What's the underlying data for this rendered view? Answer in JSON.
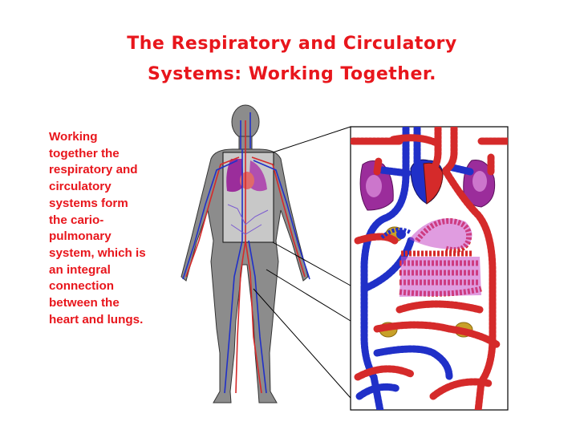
{
  "title": {
    "line1": "The Respiratory and Circulatory",
    "line2": "Systems: Working Together."
  },
  "description": {
    "lines": [
      "Working",
      "together the",
      "respiratory and",
      "circulatory",
      "systems form",
      "the cario-",
      "pulmonary",
      "system, which is",
      "an integral",
      "connection",
      "between the",
      "heart and lungs."
    ]
  },
  "colors": {
    "title": "#e8161c",
    "vein": "#2030c8",
    "artery": "#d52a2a",
    "organ_purple": "#9b2d9b",
    "body_gray": "#8c8c8c",
    "kidney": "#c8a028"
  },
  "icons": {
    "body": "human-body-circulation-icon",
    "detail": "circulation-detail-diagram"
  }
}
